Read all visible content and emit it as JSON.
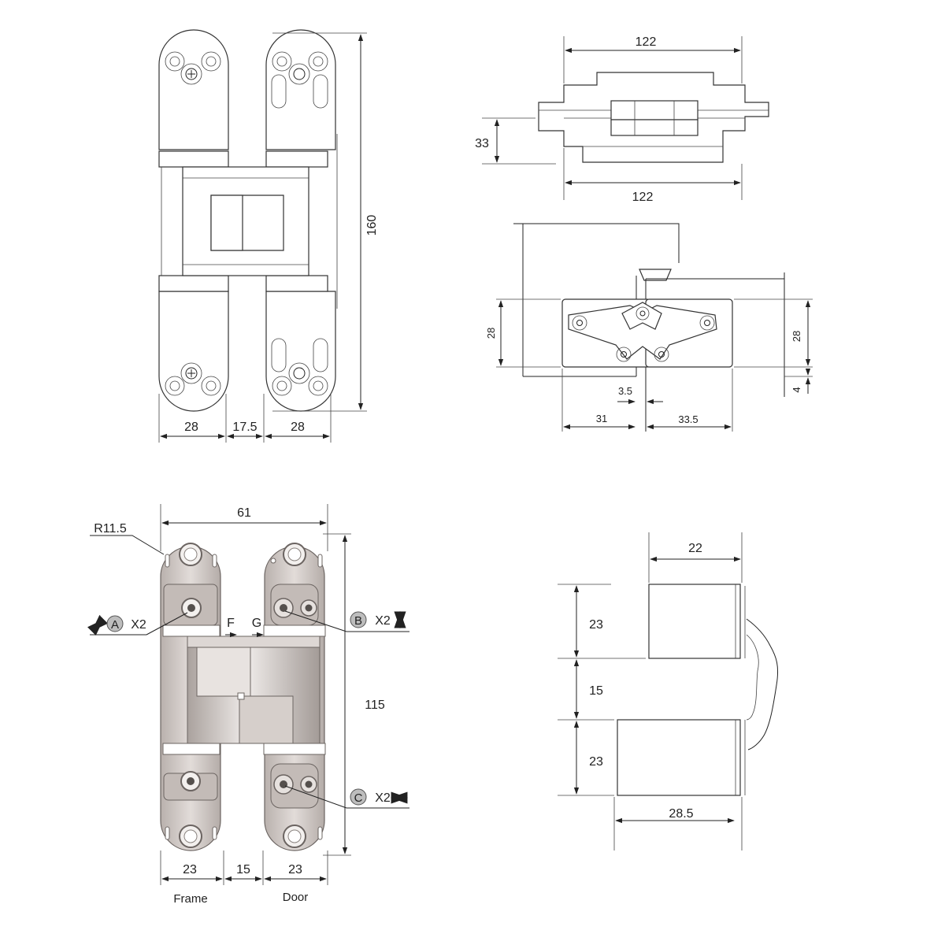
{
  "views": {
    "front_outline": {
      "dims": {
        "height": "160",
        "frame_width": "28",
        "gap": "17.5",
        "door_width": "28"
      }
    },
    "top_view": {
      "dims": {
        "top_length": "122",
        "bottom_length": "122",
        "body_height": "33"
      }
    },
    "section_view": {
      "dims": {
        "left_height": "28",
        "right_height": "28",
        "offset": "4",
        "pin_offset": "3.5",
        "left_depth": "31",
        "right_depth": "33.5"
      }
    },
    "front_metal": {
      "dims": {
        "overall_width": "61",
        "radius": "R11.5",
        "height": "115",
        "frame_width": "23",
        "gap": "15",
        "door_width": "23"
      },
      "labels": {
        "frame": "Frame",
        "door": "Door",
        "f": "F",
        "g": "G"
      },
      "adjusters": [
        {
          "letter": "A",
          "count": "X2"
        },
        {
          "letter": "B",
          "count": "X2"
        },
        {
          "letter": "C",
          "count": "X2"
        }
      ]
    },
    "side_view": {
      "dims": {
        "top_width": "22",
        "upper_height": "23",
        "middle_height": "15",
        "lower_height": "23",
        "bottom_width": "28.5"
      }
    }
  },
  "colors": {
    "metal": "#cfc8c4",
    "metal_dark": "#a79f9b",
    "line": "#222222",
    "badge": "#bdbdbd"
  }
}
